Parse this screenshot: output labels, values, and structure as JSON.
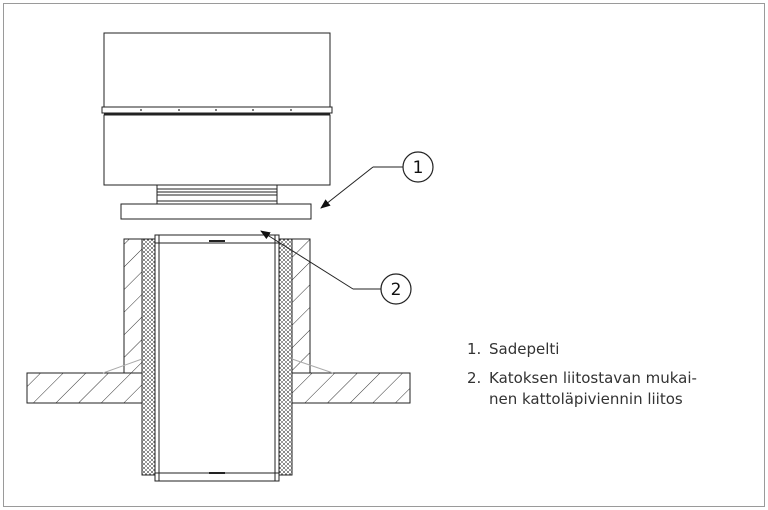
{
  "callouts": [
    {
      "number": "1"
    },
    {
      "number": "2"
    }
  ],
  "legend": {
    "items": [
      {
        "number": "1.",
        "lines": [
          "Sadepelti"
        ]
      },
      {
        "number": "2.",
        "lines": [
          "Katoksen liitostavan mukai-",
          "nen kattoläpiviennin liitos"
        ]
      }
    ]
  },
  "colors": {
    "line": "#222222",
    "border": "#9a9a9a",
    "text": "#333333"
  }
}
